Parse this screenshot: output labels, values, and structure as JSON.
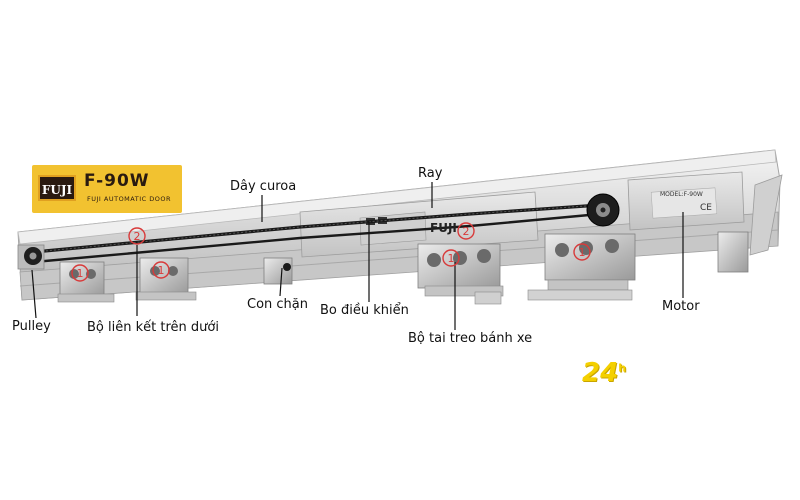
{
  "logo": {
    "brand": "FUJI",
    "model": "F-90W",
    "tagline": "FUJI AUTOMATIC DOOR"
  },
  "labels": {
    "belt": "Dây curoa",
    "rail": "Ray",
    "pulley": "Pulley",
    "link_set": "Bộ liên kết trên dưới",
    "stopper": "Con chặn",
    "controller": "Bo điều khiển",
    "hanger": "Bộ tai treo bánh xe",
    "motor": "Motor"
  },
  "device": {
    "brand_text": "FUJI",
    "motor_plate": "MODEL:F-90W",
    "ce_mark": "CE"
  },
  "markers": {
    "one": "1",
    "two": "2"
  },
  "watermark": {
    "main": "24",
    "sup": "h"
  },
  "colors": {
    "rail": "#dcdcdc",
    "belt": "#1a1a1a",
    "marker": "#d83a3a",
    "logo_bg": "#f2c230",
    "watermark": "#f4d000"
  }
}
